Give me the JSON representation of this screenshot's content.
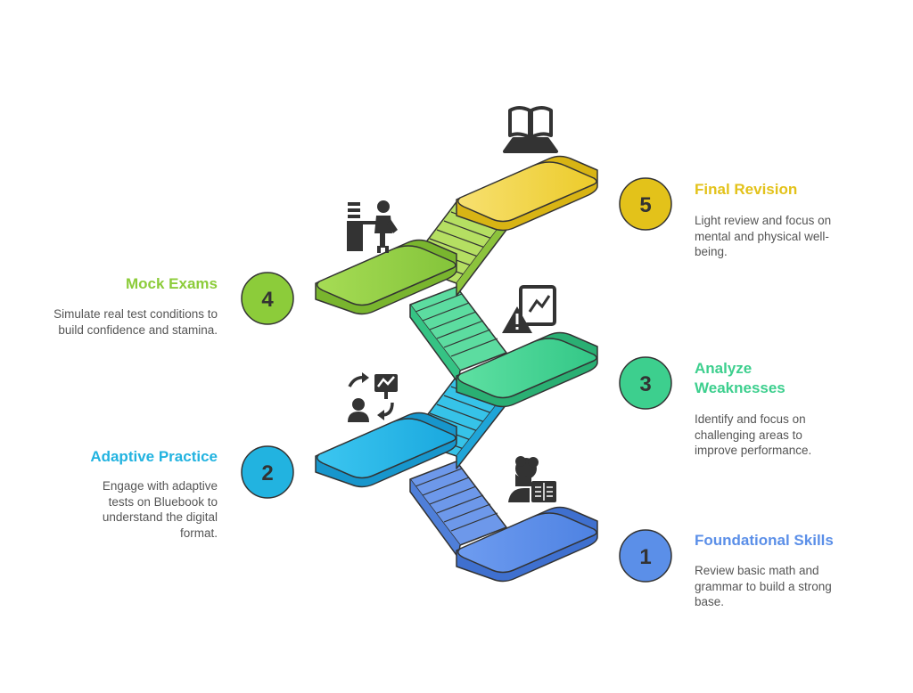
{
  "steps": [
    {
      "number": "1",
      "title": "Foundational Skills",
      "description": "Review basic math and grammar to build a strong base.",
      "color": "#5b8fe8",
      "icon": "student-reading-icon"
    },
    {
      "number": "2",
      "title": "Adaptive Practice",
      "description": "Engage with adaptive tests on Bluebook to understand the digital format.",
      "color": "#22b3e0",
      "icon": "adaptive-user-chart-icon"
    },
    {
      "number": "3",
      "title": "Analyze Weaknesses",
      "description": "Identify and focus on challenging areas to improve performance.",
      "color": "#3dcf8e",
      "icon": "warning-chart-icon"
    },
    {
      "number": "4",
      "title": "Mock Exams",
      "description": "Simulate real test conditions to build confidence and stamina.",
      "color": "#8ccc3a",
      "icon": "person-at-desk-icon"
    },
    {
      "number": "5",
      "title": "Final Revision",
      "description": "Light review and focus on mental and physical well-being.",
      "color": "#e3c21a",
      "icon": "open-book-icon"
    }
  ]
}
